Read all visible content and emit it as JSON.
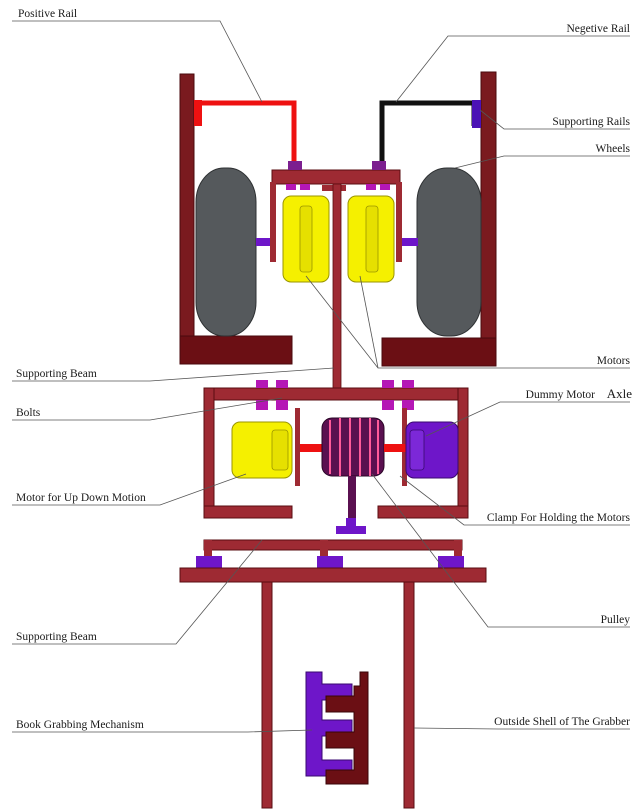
{
  "labels": {
    "positive_rail": "Positive Rail",
    "negative_rail": "Negetive Rail",
    "supporting_rails": "Supporting Rails",
    "wheels": "Wheels",
    "supporting_beam_top": "Supporting Beam",
    "motors": "Motors",
    "bolts": "Bolts",
    "dummy_motor": "Dummy Motor",
    "axle": "Axle",
    "motor_up_down": "Motor for Up Down Motion",
    "clamp": "Clamp For Holding the Motors",
    "supporting_beam_bottom": "Supporting Beam",
    "pulley": "Pulley",
    "book_grabbing": "Book Grabbing Mechanism",
    "outside_shell": "Outside Shell of The Grabber"
  },
  "colors": {
    "frame": "#9e2a33",
    "frame_dark": "#6b0f14",
    "positive_rail": "#ee1111",
    "negative_rail": "#111111",
    "wheel": "#55595c",
    "motor": "#f5f000",
    "dummy_motor": "#6e16c9",
    "bolt": "#b517b5",
    "pulley": "#5a1050"
  }
}
